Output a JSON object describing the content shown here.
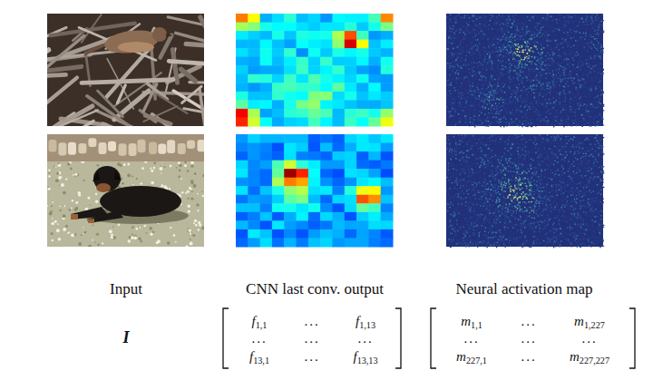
{
  "diagram": {
    "labels": [
      "Input",
      "CNN last conv. output",
      "Neural activation map",
      "I",
      "f1,1",
      "...",
      "f1,13",
      "...",
      "...",
      "...",
      "f13,1",
      "...",
      "f13,13",
      "m1,1",
      "...",
      "m1,227",
      "...",
      "...",
      "...",
      "m227,1",
      "...",
      "m227,227"
    ]
  }
}
